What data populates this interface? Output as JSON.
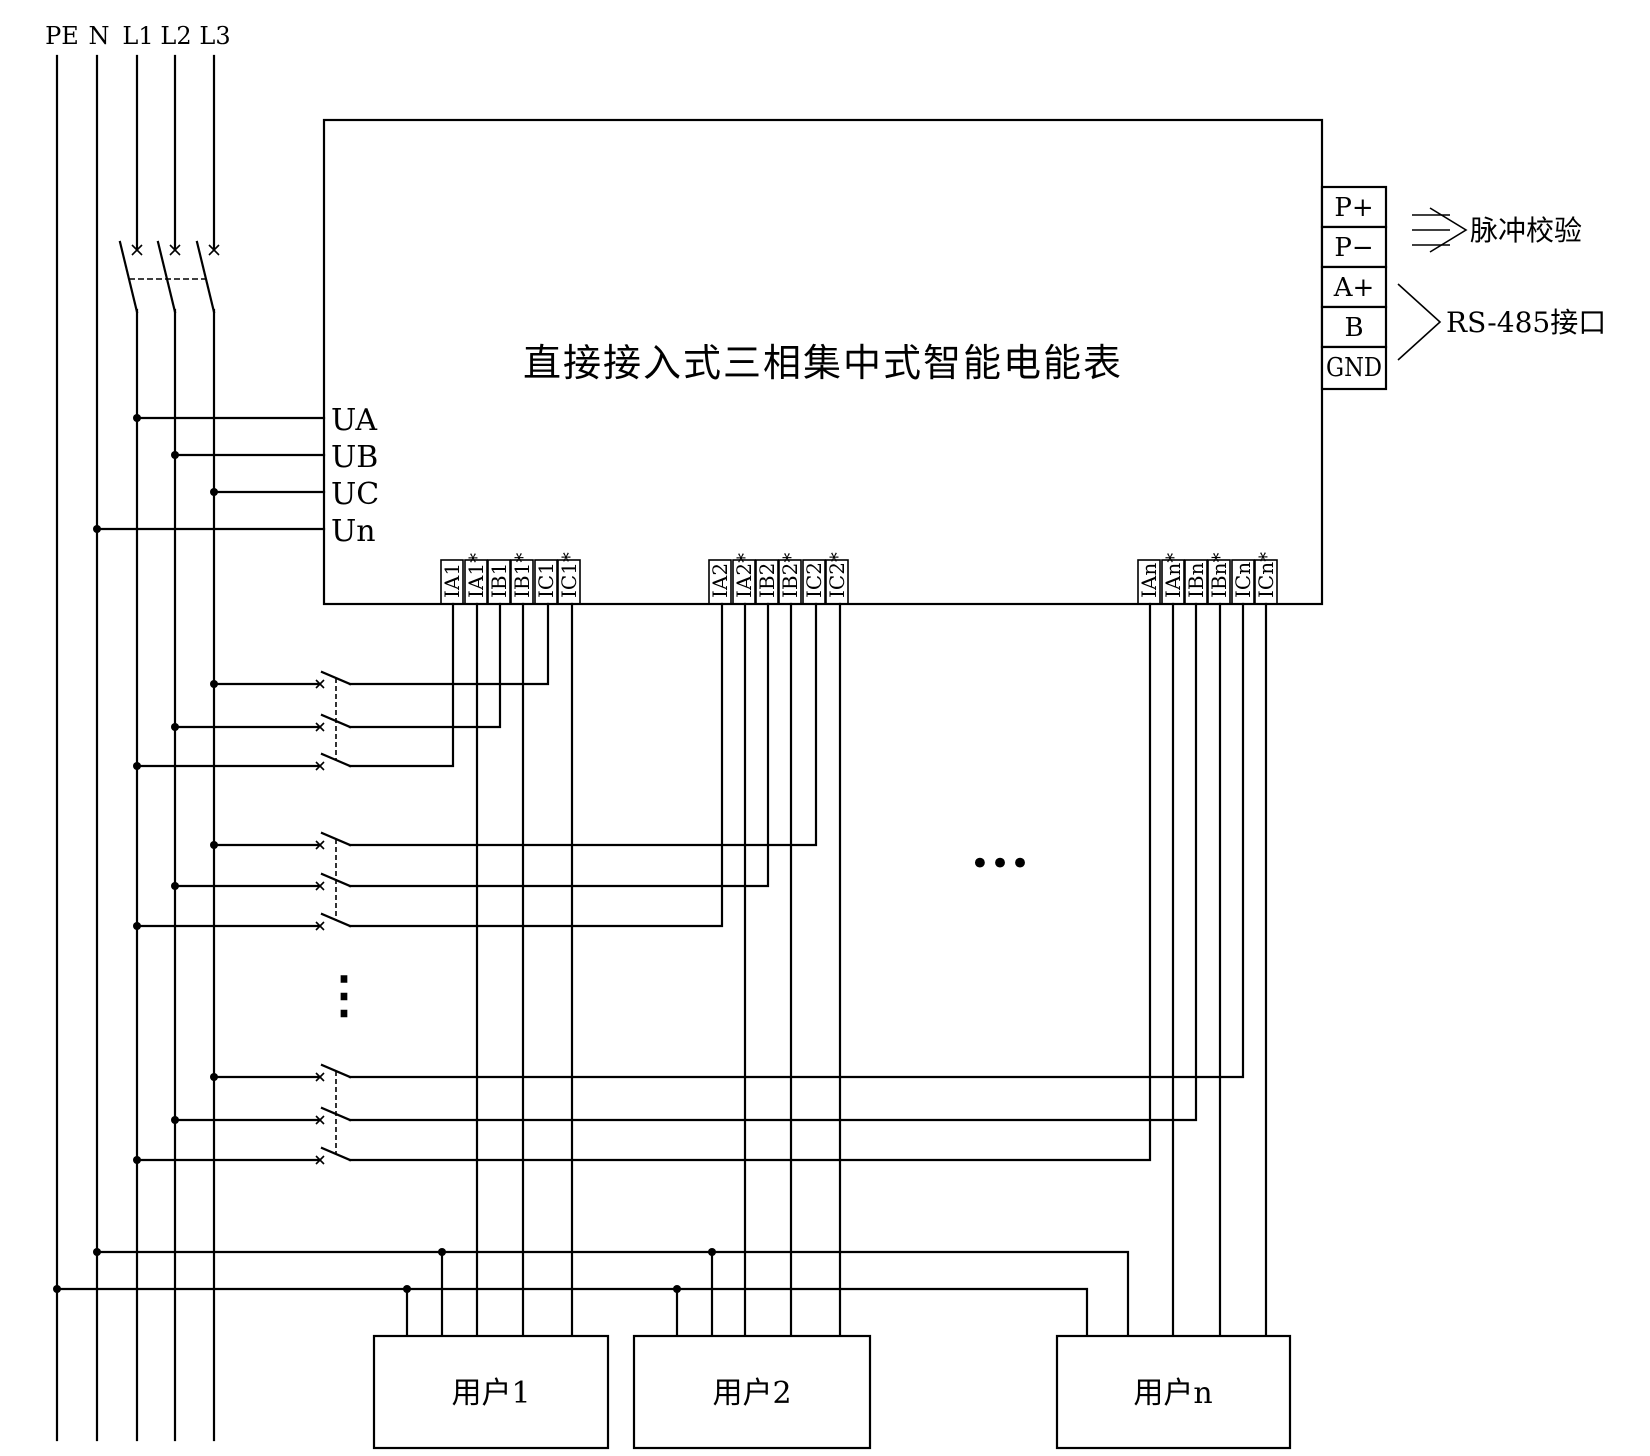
{
  "bus_labels": [
    "PE",
    "N",
    "L1",
    "L2",
    "L3"
  ],
  "meter": {
    "title": "直接接入式三相集中式智能电能表",
    "voltage_inputs": [
      "UA",
      "UB",
      "UC",
      "Un"
    ],
    "pins": [
      "P+",
      "P−",
      "A+",
      "B",
      "GND"
    ],
    "pulse_label": "脉冲校验",
    "rs485_label": "RS-485接口",
    "terminal_groups": [
      [
        "IA1",
        "IA1*",
        "IB1",
        "IB1*",
        "IC1",
        "IC1*"
      ],
      [
        "IA2",
        "IA2*",
        "IB2",
        "IB2*",
        "IC2",
        "IC2*"
      ],
      [
        "IAn",
        "IAn*",
        "IBn",
        "IBn*",
        "ICn",
        "ICn*"
      ]
    ]
  },
  "ellipsis_horizontal": "•••",
  "ellipsis_vertical": "⋮",
  "users": [
    "用户1",
    "用户2",
    "用户n"
  ]
}
